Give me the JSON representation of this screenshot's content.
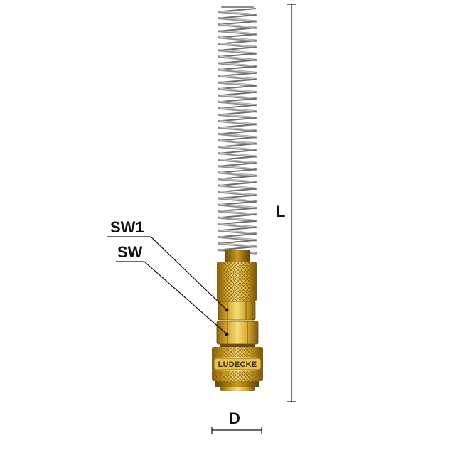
{
  "labels": {
    "sw1": "SW1",
    "sw": "SW",
    "length": "L",
    "diameter": "D"
  },
  "brand": "LUDECKE",
  "colors": {
    "brass_light": "#f3d36c",
    "brass_mid": "#d6a92a",
    "brass_dark": "#8a6412",
    "spring_light": "#d2d2d2",
    "spring_dark": "#6e6e6e",
    "line": "#111111"
  },
  "spring": {
    "turns": 38
  }
}
